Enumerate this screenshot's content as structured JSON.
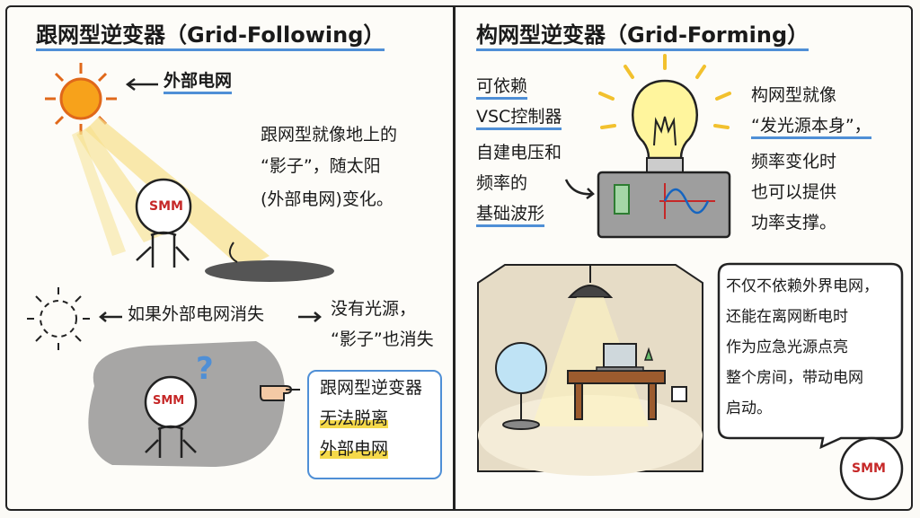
{
  "left": {
    "title": "跟网型逆变器（Grid-Following）",
    "sun_label": "外部电网",
    "shadow_text": [
      "跟网型就像地上的",
      "“影子”，随太阳",
      "(外部电网)变化。"
    ],
    "disappear_text": "如果外部电网消失",
    "no_light_text": [
      "没有光源，",
      "“影子”也消失"
    ],
    "box_lines": [
      "跟网型逆变器",
      "无法脱离",
      "外部电网"
    ],
    "character_label": "SMM",
    "character_label_2": "SMM",
    "question_mark": "?"
  },
  "right": {
    "title": "构网型逆变器（Grid-Forming）",
    "vsc_lines": [
      "可依赖",
      "VSC控制器"
    ],
    "self_build_lines": [
      "自建电压和",
      "频率的",
      "基础波形"
    ],
    "source_text": [
      "构网型就像",
      "“发光源本身”，",
      "频率变化时",
      "也可以提供",
      "功率支撑。"
    ],
    "bubble_text": [
      "不仅不依赖外界电网，",
      "还能在离网断电时",
      "作为应急光源点亮",
      "整个房间，带动电网",
      "启动。"
    ],
    "character_label": "SMM"
  },
  "colors": {
    "accent": "#4f8fd6",
    "sun": "#f7a21b",
    "beam": "#f6e08a",
    "red": "#c62828"
  }
}
